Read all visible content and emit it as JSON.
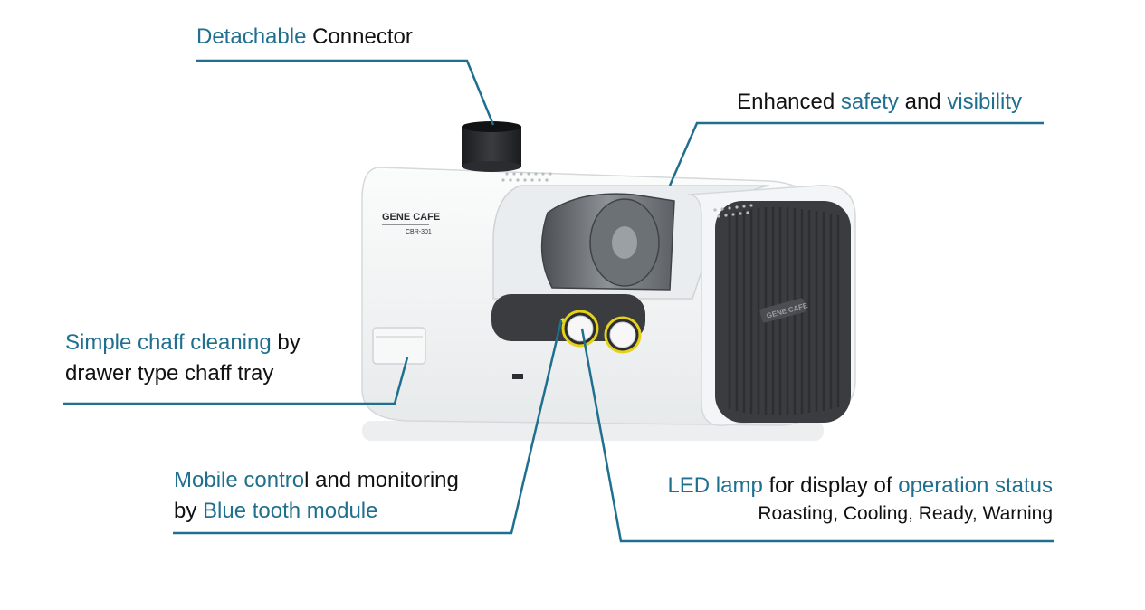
{
  "colors": {
    "accent": "#1f6f8f",
    "leader": "#1f6f8f",
    "text": "#111111",
    "body_white": "#f4f6f7",
    "grille": "#3a3c3f",
    "dial_ring": "#e4d21a"
  },
  "product": {
    "logo_line1": "GENE CAFE",
    "logo_line2": "CBR-301",
    "grille_badge": "GENE CAFE"
  },
  "callouts": {
    "connector": {
      "hl": "Detachable",
      "rest": " Connector"
    },
    "safety": {
      "a": "Enhanced ",
      "hl1": "safety",
      "b": " and ",
      "hl2": "visibility"
    },
    "chaff": {
      "hl": "Simple chaff cleaning",
      "rest": " by",
      "line2": "drawer type chaff tray"
    },
    "mobile": {
      "hl1": "Mobile contro",
      "rest1": "l and monitoring",
      "pre2": "by ",
      "hl2": "Blue tooth module"
    },
    "led": {
      "hl1": "LED lamp",
      "mid": " for display of ",
      "hl2": "operation status",
      "line2": "Roasting, Cooling, Ready, Warning"
    }
  }
}
